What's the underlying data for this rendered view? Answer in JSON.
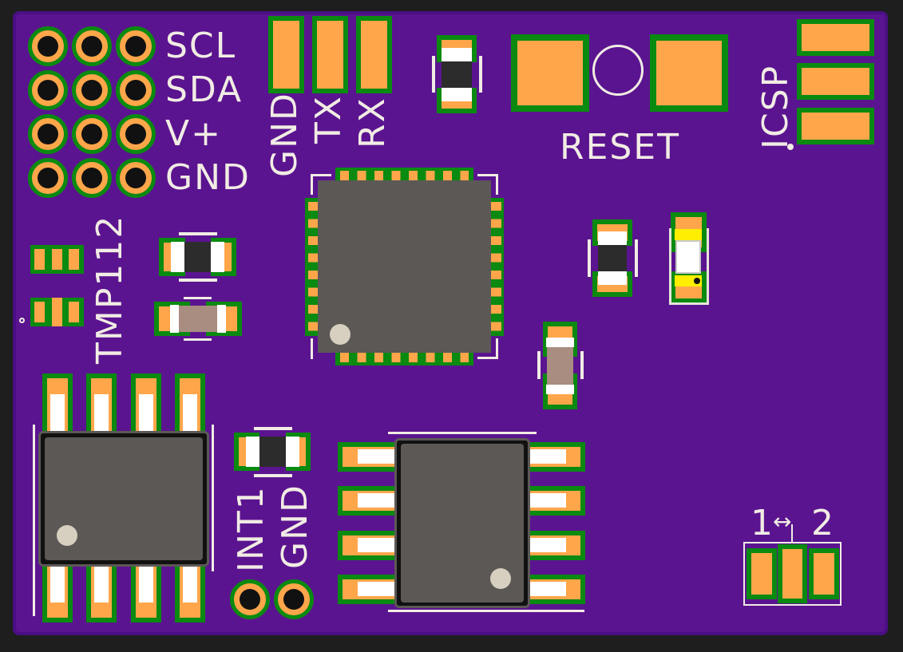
{
  "board": {
    "background_color": "#1e1e1e",
    "substrate_color": "#5b1490",
    "copper_color": "#ffa64a",
    "soldermask_edge_color": "#0a8a10",
    "silkscreen_color": "#f1ece4",
    "ic_body_color": "#5c5856"
  },
  "labels": {
    "i2c_header": [
      "SCL",
      "SDA",
      "V+",
      "GND"
    ],
    "serial": [
      "GND",
      "TX",
      "RX"
    ],
    "reset": "RESET",
    "icsp": "ICSP",
    "sensor": "TMP112",
    "int_header": [
      "INT1",
      "GND"
    ],
    "jumper_left": "1",
    "jumper_right": "2",
    "jumper_arrow": "↔"
  },
  "components": [
    {
      "name": "i2c-header",
      "type": "through-hole header",
      "pins": 12
    },
    {
      "name": "serial-pads",
      "type": "smd pads",
      "pins": 3
    },
    {
      "name": "reset-button",
      "type": "tactile switch"
    },
    {
      "name": "icsp-pads",
      "type": "smd pads",
      "pins": 3
    },
    {
      "name": "mcu",
      "type": "QFN-32"
    },
    {
      "name": "tmp112-sensor",
      "type": "SOT-563"
    },
    {
      "name": "soic-8-left",
      "type": "SOIC-8"
    },
    {
      "name": "soic-8-right",
      "type": "SOIC-8"
    },
    {
      "name": "status-led",
      "type": "0603 LED"
    },
    {
      "name": "solder-jumper",
      "type": "3-pad jumper"
    }
  ]
}
